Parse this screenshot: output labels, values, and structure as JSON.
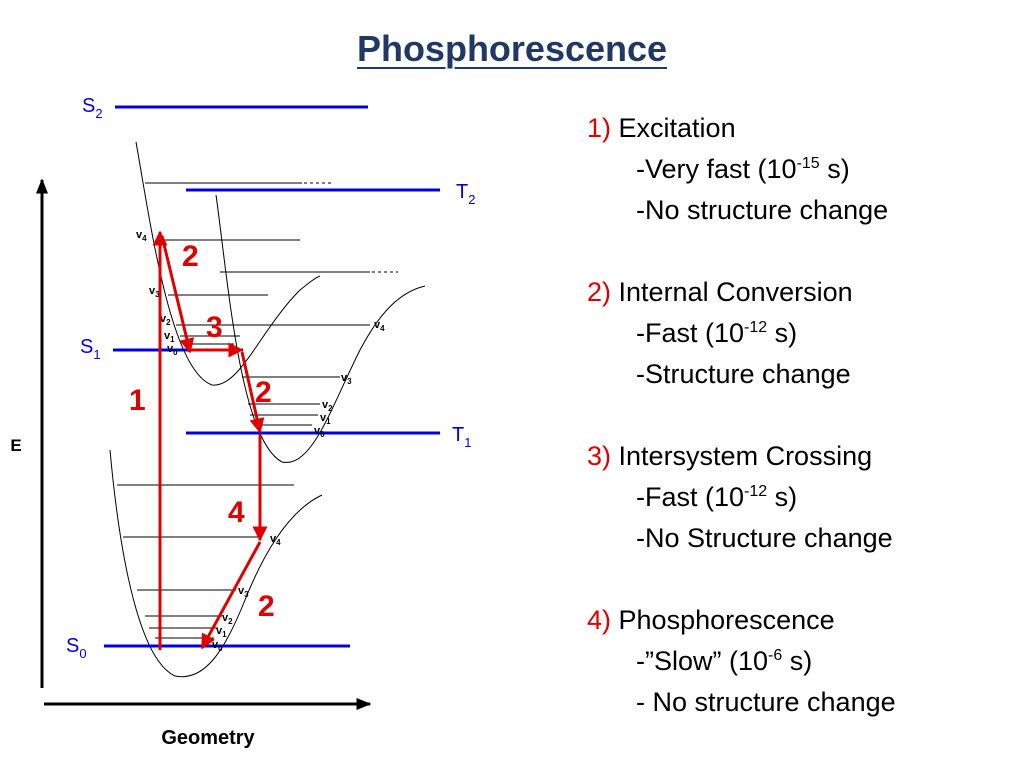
{
  "title": "Phosphorescence",
  "diagram": {
    "axis_y_label": "E",
    "axis_x_label": "Geometry",
    "states": {
      "s0": {
        "base": "S",
        "sub": "0"
      },
      "s1": {
        "base": "S",
        "sub": "1"
      },
      "s2": {
        "base": "S",
        "sub": "2"
      },
      "t1": {
        "base": "T",
        "sub": "1"
      },
      "t2": {
        "base": "T",
        "sub": "2"
      }
    },
    "vib_label": "v",
    "vib_levels": [
      "0",
      "1",
      "2",
      "3",
      "4"
    ],
    "process_numbers": {
      "excitation": "1",
      "ic_first": "2",
      "isc": "3",
      "ic_second": "2",
      "phosphorescence": "4",
      "ic_third": "2"
    },
    "colors": {
      "state_line": "#0000dd",
      "arrow": "#e00000",
      "title": "#1f3864"
    }
  },
  "steps": [
    {
      "num": "1)",
      "name": "Excitation",
      "details": [
        {
          "pre": "-Very fast (10",
          "exp": "-15",
          "post": " s)"
        },
        {
          "pre": "-No structure change",
          "exp": "",
          "post": ""
        }
      ]
    },
    {
      "num": "2)",
      "name": "Internal Conversion",
      "details": [
        {
          "pre": "-Fast (10",
          "exp": "-12",
          "post": " s)"
        },
        {
          "pre": "-Structure change",
          "exp": "",
          "post": ""
        }
      ]
    },
    {
      "num": "3)",
      "name": "Intersystem Crossing",
      "details": [
        {
          "pre": "-Fast (10",
          "exp": "-12",
          "post": " s)"
        },
        {
          "pre": "-No Structure change",
          "exp": "",
          "post": ""
        }
      ]
    },
    {
      "num": "4)",
      "name": "Phosphorescence",
      "details": [
        {
          "pre": "-”Slow” (10",
          "exp": "-6",
          "post": " s)"
        },
        {
          "pre": "- No structure change",
          "exp": "",
          "post": ""
        }
      ]
    }
  ]
}
